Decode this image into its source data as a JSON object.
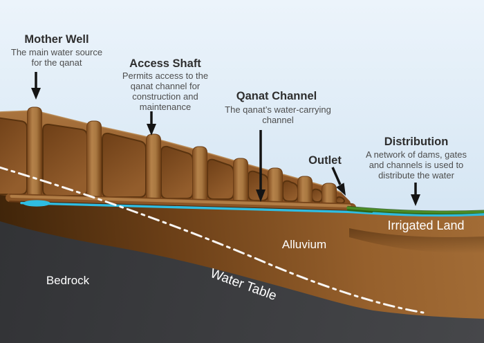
{
  "labels": {
    "mother_well": {
      "title": "Mother Well",
      "lines": [
        "The main water source",
        "for the qanat"
      ]
    },
    "access_shaft": {
      "title": "Access Shaft",
      "lines": [
        "Permits access to the",
        "qanat channel for",
        "construction and",
        "maintenance"
      ]
    },
    "qanat_channel": {
      "title": "Qanat Channel",
      "lines": [
        "The qanat’s water-carrying",
        "channel"
      ]
    },
    "outlet": {
      "title": "Outlet"
    },
    "distribution": {
      "title": "Distribution",
      "lines": [
        "A network of dams, gates",
        "and channels is used to",
        "distribute the water"
      ]
    },
    "terrain": {
      "irrigated_land": "Irrigated Land",
      "alluvium": "Alluvium",
      "water_table": "Water Table",
      "bedrock": "Bedrock"
    }
  },
  "colors": {
    "sky_top": "#ecf4fb",
    "sky_bottom": "#c7ddef",
    "frame_top": "#a9743e",
    "frame_bottom": "#82491d",
    "shaft_edge": "#7d4a1e",
    "shaft_light": "#b5824a",
    "panel_dark": "#6e3f17",
    "panel_light": "#935d2c",
    "panel_stroke": "#59330f",
    "alluvium_darkest": "#3f2409",
    "alluvium_dark": "#6b3f17",
    "alluvium_light": "#a26c36",
    "bedrock_dark": "#323336",
    "bedrock_light": "#46474a",
    "water": "#2fbde2",
    "water_shadow": "#3a2410",
    "grass_light": "#4a8c26",
    "grass_dark": "#2e6415",
    "text_title": "#2e2e2e",
    "text_desc": "#4d4d4d",
    "text_white": "#ffffff",
    "arrow": "#141414"
  }
}
